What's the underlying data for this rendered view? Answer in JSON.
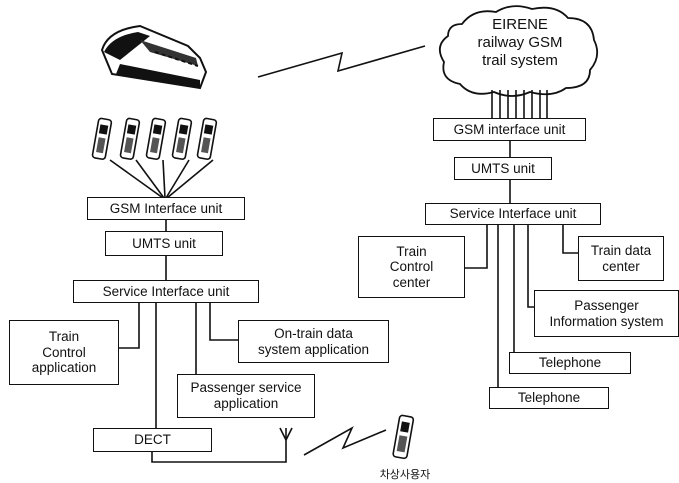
{
  "cloud": {
    "text": "EIRENE\nrailway GSM\ntrail system"
  },
  "left": {
    "gsm_interface": "GSM Interface unit",
    "umts": "UMTS unit",
    "service_interface": "Service Interface unit",
    "train_control": "Train\nControl\napplication",
    "onboard_data": "On-train data\nsystem application",
    "passenger_service": "Passenger service\napplication",
    "dect": "DECT",
    "onboard_user": "차상사용자"
  },
  "right": {
    "gsm_interface": "GSM interface unit",
    "umts": "UMTS unit",
    "service_interface": "Service Interface unit",
    "train_control_center": "Train\nControl\ncenter",
    "train_data_center": "Train data\ncenter",
    "passenger_info": "Passenger\nInformation system",
    "telephone_1": "Telephone",
    "telephone_2": "Telephone"
  },
  "icons": {
    "train": "train-icon",
    "mobile_phone": "mobile-phone-icon",
    "antenna": "antenna-icon",
    "radio_link": "radio-link-icon"
  }
}
